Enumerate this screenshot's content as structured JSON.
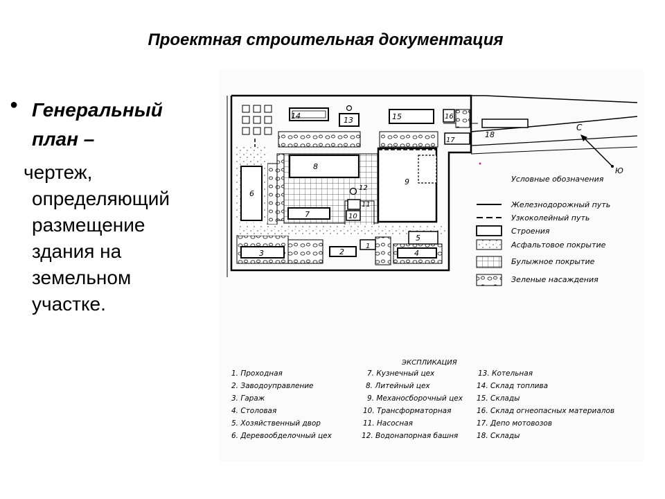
{
  "slide": {
    "title": "Проектная строительная документация",
    "bullet": {
      "heading_line1": "Генеральный",
      "heading_line2": "план –",
      "body_line1": "чертеж,",
      "body_rest": [
        "определяющий",
        "размещение",
        "здания на",
        "земельном",
        "участке."
      ]
    }
  },
  "plan": {
    "building_numbers": [
      "14",
      "13",
      "15",
      "16",
      "18",
      "17",
      "8",
      "9",
      "6",
      "12",
      "11",
      "7",
      "10",
      "5",
      "3",
      "2",
      "1",
      "4"
    ],
    "compass": {
      "north": "С",
      "south": "Ю"
    },
    "legend": {
      "title": "Условные обозначения",
      "items": [
        "Железнодорожный путь",
        "Узкоколейный путь",
        "Строения",
        "Асфальтовое покрытие",
        "Булыжное покрытие",
        "Зеленые насаждения"
      ]
    },
    "explication": {
      "title": "ЭКСПЛИКАЦИЯ",
      "col1": [
        "1. Проходная",
        "2. Заводоуправление",
        "3. Гараж",
        "4. Столовая",
        "5. Хозяйственный двор",
        "6. Деревообделочный цех"
      ],
      "col2": [
        "7. Кузнечный цех",
        "8. Литейный цех",
        "9. Механосборочный цех",
        "10. Трансформаторная",
        "11. Насосная",
        "12. Водонапорная башня"
      ],
      "col3": [
        "13. Котельная",
        "14. Склад топлива",
        "15. Склады",
        "16. Склад огнеопасных материалов",
        "17. Депо мотовозов",
        "18. Склады"
      ]
    }
  }
}
